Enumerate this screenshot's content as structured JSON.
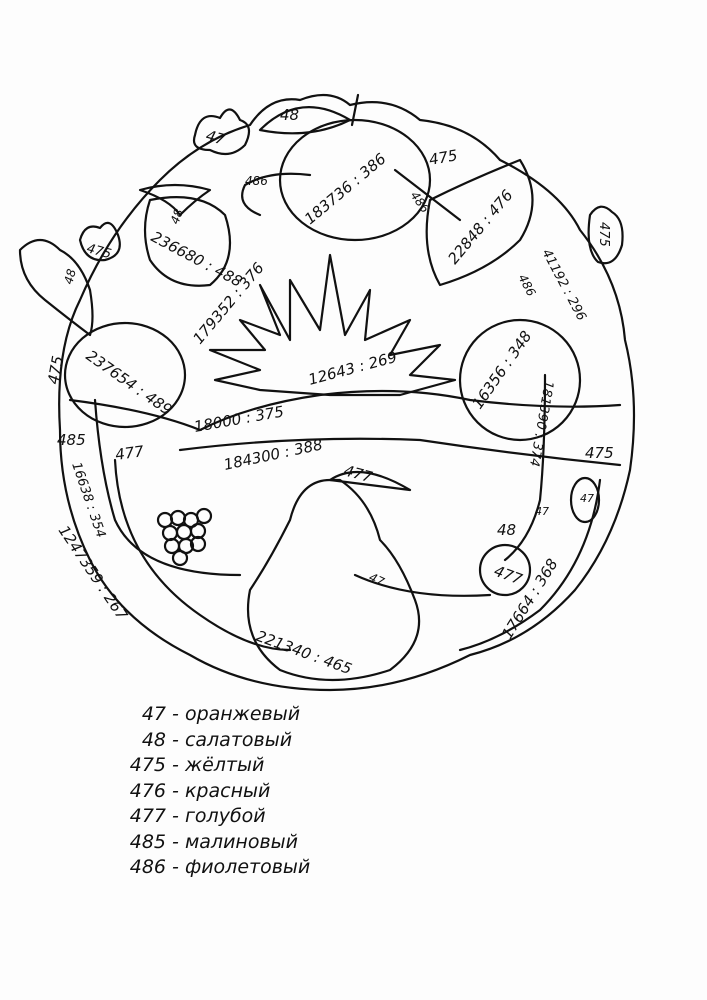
{
  "picture": {
    "regions": [
      {
        "id": "cloud-top",
        "text": "47"
      },
      {
        "id": "leaf-top",
        "text": "48"
      },
      {
        "id": "apple-top",
        "text": "183736 : 386"
      },
      {
        "id": "worm-left",
        "text": "486"
      },
      {
        "id": "worm-right",
        "text": "486"
      },
      {
        "id": "sky-right-top",
        "text": "475"
      },
      {
        "id": "pomegranate",
        "text": "22848 : 476"
      },
      {
        "id": "strawberry-leaf",
        "text": "48"
      },
      {
        "id": "strawberry",
        "text": "236680 : 488"
      },
      {
        "id": "cloud-left",
        "text": "475"
      },
      {
        "id": "beet-leaf",
        "text": "48"
      },
      {
        "id": "sun-ray",
        "text": "179352 : 376"
      },
      {
        "id": "sun",
        "text": "12643 : 269"
      },
      {
        "id": "cloud-right",
        "text": "475"
      },
      {
        "id": "arc-right-1",
        "text": "486"
      },
      {
        "id": "arc-right-2",
        "text": "41192 : 296"
      },
      {
        "id": "sky-left",
        "text": "475"
      },
      {
        "id": "apple-left",
        "text": "237654 : 489"
      },
      {
        "id": "hills",
        "text": "18000 : 375"
      },
      {
        "id": "field",
        "text": "184300 : 388"
      },
      {
        "id": "peach",
        "text": "16356 : 348"
      },
      {
        "id": "worm-peach",
        "text": "181390 : 374"
      },
      {
        "id": "ground-right",
        "text": "475"
      },
      {
        "id": "band-left",
        "text": "485"
      },
      {
        "id": "grass-left",
        "text": "477"
      },
      {
        "id": "worm-long",
        "text": "16638 : 354"
      },
      {
        "id": "ring-left",
        "text": "1247359 : 267"
      },
      {
        "id": "pear-leaf",
        "text": "477"
      },
      {
        "id": "cherry-leaf",
        "text": "48"
      },
      {
        "id": "cherry-small-1",
        "text": "47"
      },
      {
        "id": "cherry-small-2",
        "text": "47"
      },
      {
        "id": "worm-pear",
        "text": "47"
      },
      {
        "id": "cherry",
        "text": "477"
      },
      {
        "id": "ring-right",
        "text": "17664 : 368"
      },
      {
        "id": "pear",
        "text": "221340 : 465"
      }
    ]
  },
  "legend": [
    {
      "num": "47",
      "sep": "-",
      "color": "оранжевый"
    },
    {
      "num": "48",
      "sep": "-",
      "color": "салатовый"
    },
    {
      "num": "475",
      "sep": "-",
      "color": "жёлтый"
    },
    {
      "num": "476",
      "sep": "-",
      "color": "красный"
    },
    {
      "num": "477",
      "sep": "-",
      "color": "голубой"
    },
    {
      "num": "485",
      "sep": "-",
      "color": "малиновый"
    },
    {
      "num": "486",
      "sep": "-",
      "color": "фиолетовый"
    }
  ]
}
